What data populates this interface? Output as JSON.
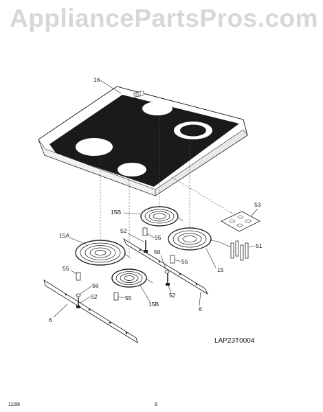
{
  "watermark": "AppliancePartsPros.com",
  "header": {
    "left_line1": "",
    "left_line2": "",
    "right_line1": "",
    "right_line2": ""
  },
  "callouts": {
    "top": "16",
    "element_back_small": "15B",
    "element_left_large": "15A",
    "element_back_right": "15",
    "element_front_small": "15B",
    "block": "53",
    "terminal": "51",
    "screw_a": "52",
    "screw_b": "52",
    "screw_c": "52",
    "spacer_a": "55",
    "spacer_b": "55",
    "spacer_c": "55",
    "spacer_d": "55",
    "nut_a": "56",
    "nut_b": "56",
    "bracket_a": "6",
    "bracket_b": "6"
  },
  "diagram_code": "LAP23T0004",
  "footer": {
    "date": "11/98",
    "page": "6"
  }
}
